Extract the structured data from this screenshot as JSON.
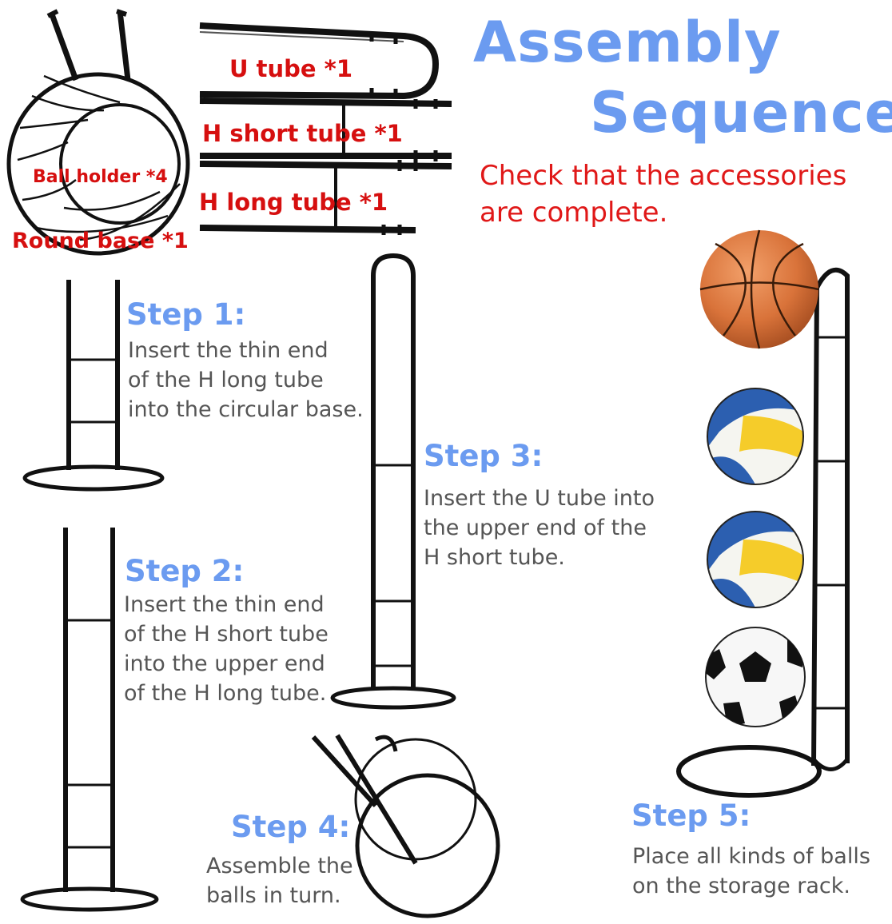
{
  "header": {
    "title_line1": "Assembly",
    "title_line2": "Sequence",
    "check_line1": "Check that the accessories",
    "check_line2": "are complete."
  },
  "parts": {
    "u_tube": "U tube *1",
    "h_short_tube": "H short tube *1",
    "ball_holder": "Ball holder *4",
    "h_long_tube": "H long tube *1",
    "round_base": "Round base *1"
  },
  "steps": [
    {
      "title": "Step 1:",
      "lines": [
        "Insert the thin end",
        "of the H long tube",
        "into the circular base."
      ]
    },
    {
      "title": "Step 2:",
      "lines": [
        "Insert the thin end",
        "of the H short tube",
        "into the upper end",
        "of the H long tube."
      ]
    },
    {
      "title": "Step 3:",
      "lines": [
        "Insert the U tube into",
        "the upper end of the",
        "H short tube."
      ]
    },
    {
      "title": "Step 4:",
      "lines": [
        "Assemble the",
        "balls in turn."
      ]
    },
    {
      "title": "Step 5:",
      "lines": [
        "Place all kinds of balls",
        "on the storage rack."
      ]
    }
  ],
  "colors": {
    "title_blue": "#6b9bf0",
    "label_red": "#d60f0f",
    "text_gray": "#555555",
    "metal": "#111111"
  },
  "icons": [
    "basketball-icon",
    "volleyball-icon",
    "volleyball-icon",
    "soccer-ball-icon"
  ]
}
